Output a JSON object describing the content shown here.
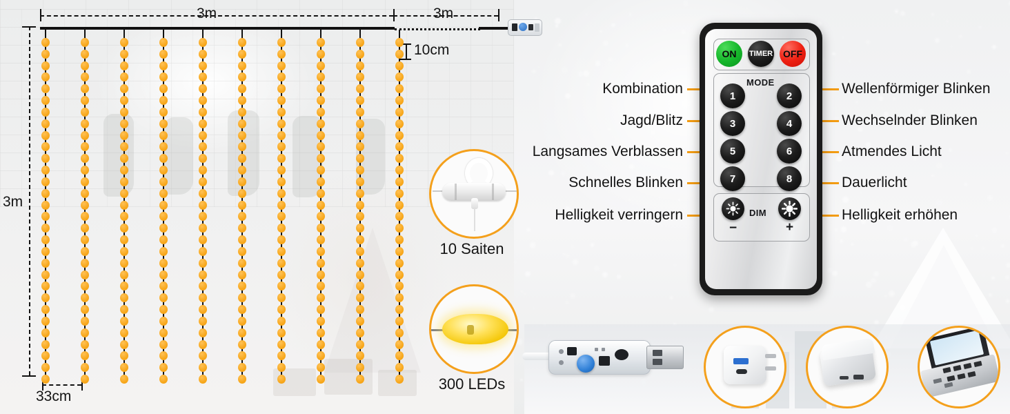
{
  "diagram": {
    "dimensions": {
      "top_span_main": "3m",
      "top_span_lead": "3m",
      "spacing_vertical": "10cm",
      "height_left": "3m",
      "spacing_horizontal": "33cm"
    },
    "strings_count": 10,
    "leds_per_string": 30
  },
  "badges": [
    {
      "name": "hook-badge",
      "icon": "hook-icon",
      "caption": "10 Saiten"
    },
    {
      "name": "led-badge",
      "icon": "led-bulb-icon",
      "caption": "300 LEDs"
    }
  ],
  "remote": {
    "top_row": [
      {
        "id": "on",
        "label": "ON",
        "color": "#16b72b"
      },
      {
        "id": "timer",
        "label": "TIMER",
        "color": "#111111"
      },
      {
        "id": "off",
        "label": "OFF",
        "color": "#ee2012"
      }
    ],
    "mode_label": "MODE",
    "dim_label": "DIM",
    "mode_buttons": [
      "1",
      "2",
      "3",
      "4",
      "5",
      "6",
      "7",
      "8"
    ],
    "dim_minus": "−",
    "dim_plus": "+",
    "dim_icon": "sun-icon"
  },
  "callouts": {
    "left": [
      {
        "button": "1",
        "text": "Kombination"
      },
      {
        "button": "3",
        "text": "Jagd/Blitz"
      },
      {
        "button": "5",
        "text": "Langsames Verblassen"
      },
      {
        "button": "7",
        "text": "Schnelles Blinken"
      },
      {
        "button": "dim-minus",
        "text": "Helligkeit verringern"
      }
    ],
    "right": [
      {
        "button": "2",
        "text": "Wellenförmiger Blinken"
      },
      {
        "button": "4",
        "text": "Wechselnder Blinken"
      },
      {
        "button": "6",
        "text": "Atmendes Licht"
      },
      {
        "button": "8",
        "text": "Dauerlicht"
      },
      {
        "button": "dim-plus",
        "text": "Helligkeit erhöhen"
      }
    ]
  },
  "power_options": [
    {
      "name": "usb-wall-charger-badge",
      "icon": "wall-charger-icon"
    },
    {
      "name": "power-bank-badge",
      "icon": "power-bank-icon"
    },
    {
      "name": "laptop-badge",
      "icon": "laptop-icon"
    }
  ],
  "colors": {
    "accent": "#f4a01c",
    "led": "#f7a71b",
    "leader": "#f39c12",
    "ink": "#111111"
  }
}
